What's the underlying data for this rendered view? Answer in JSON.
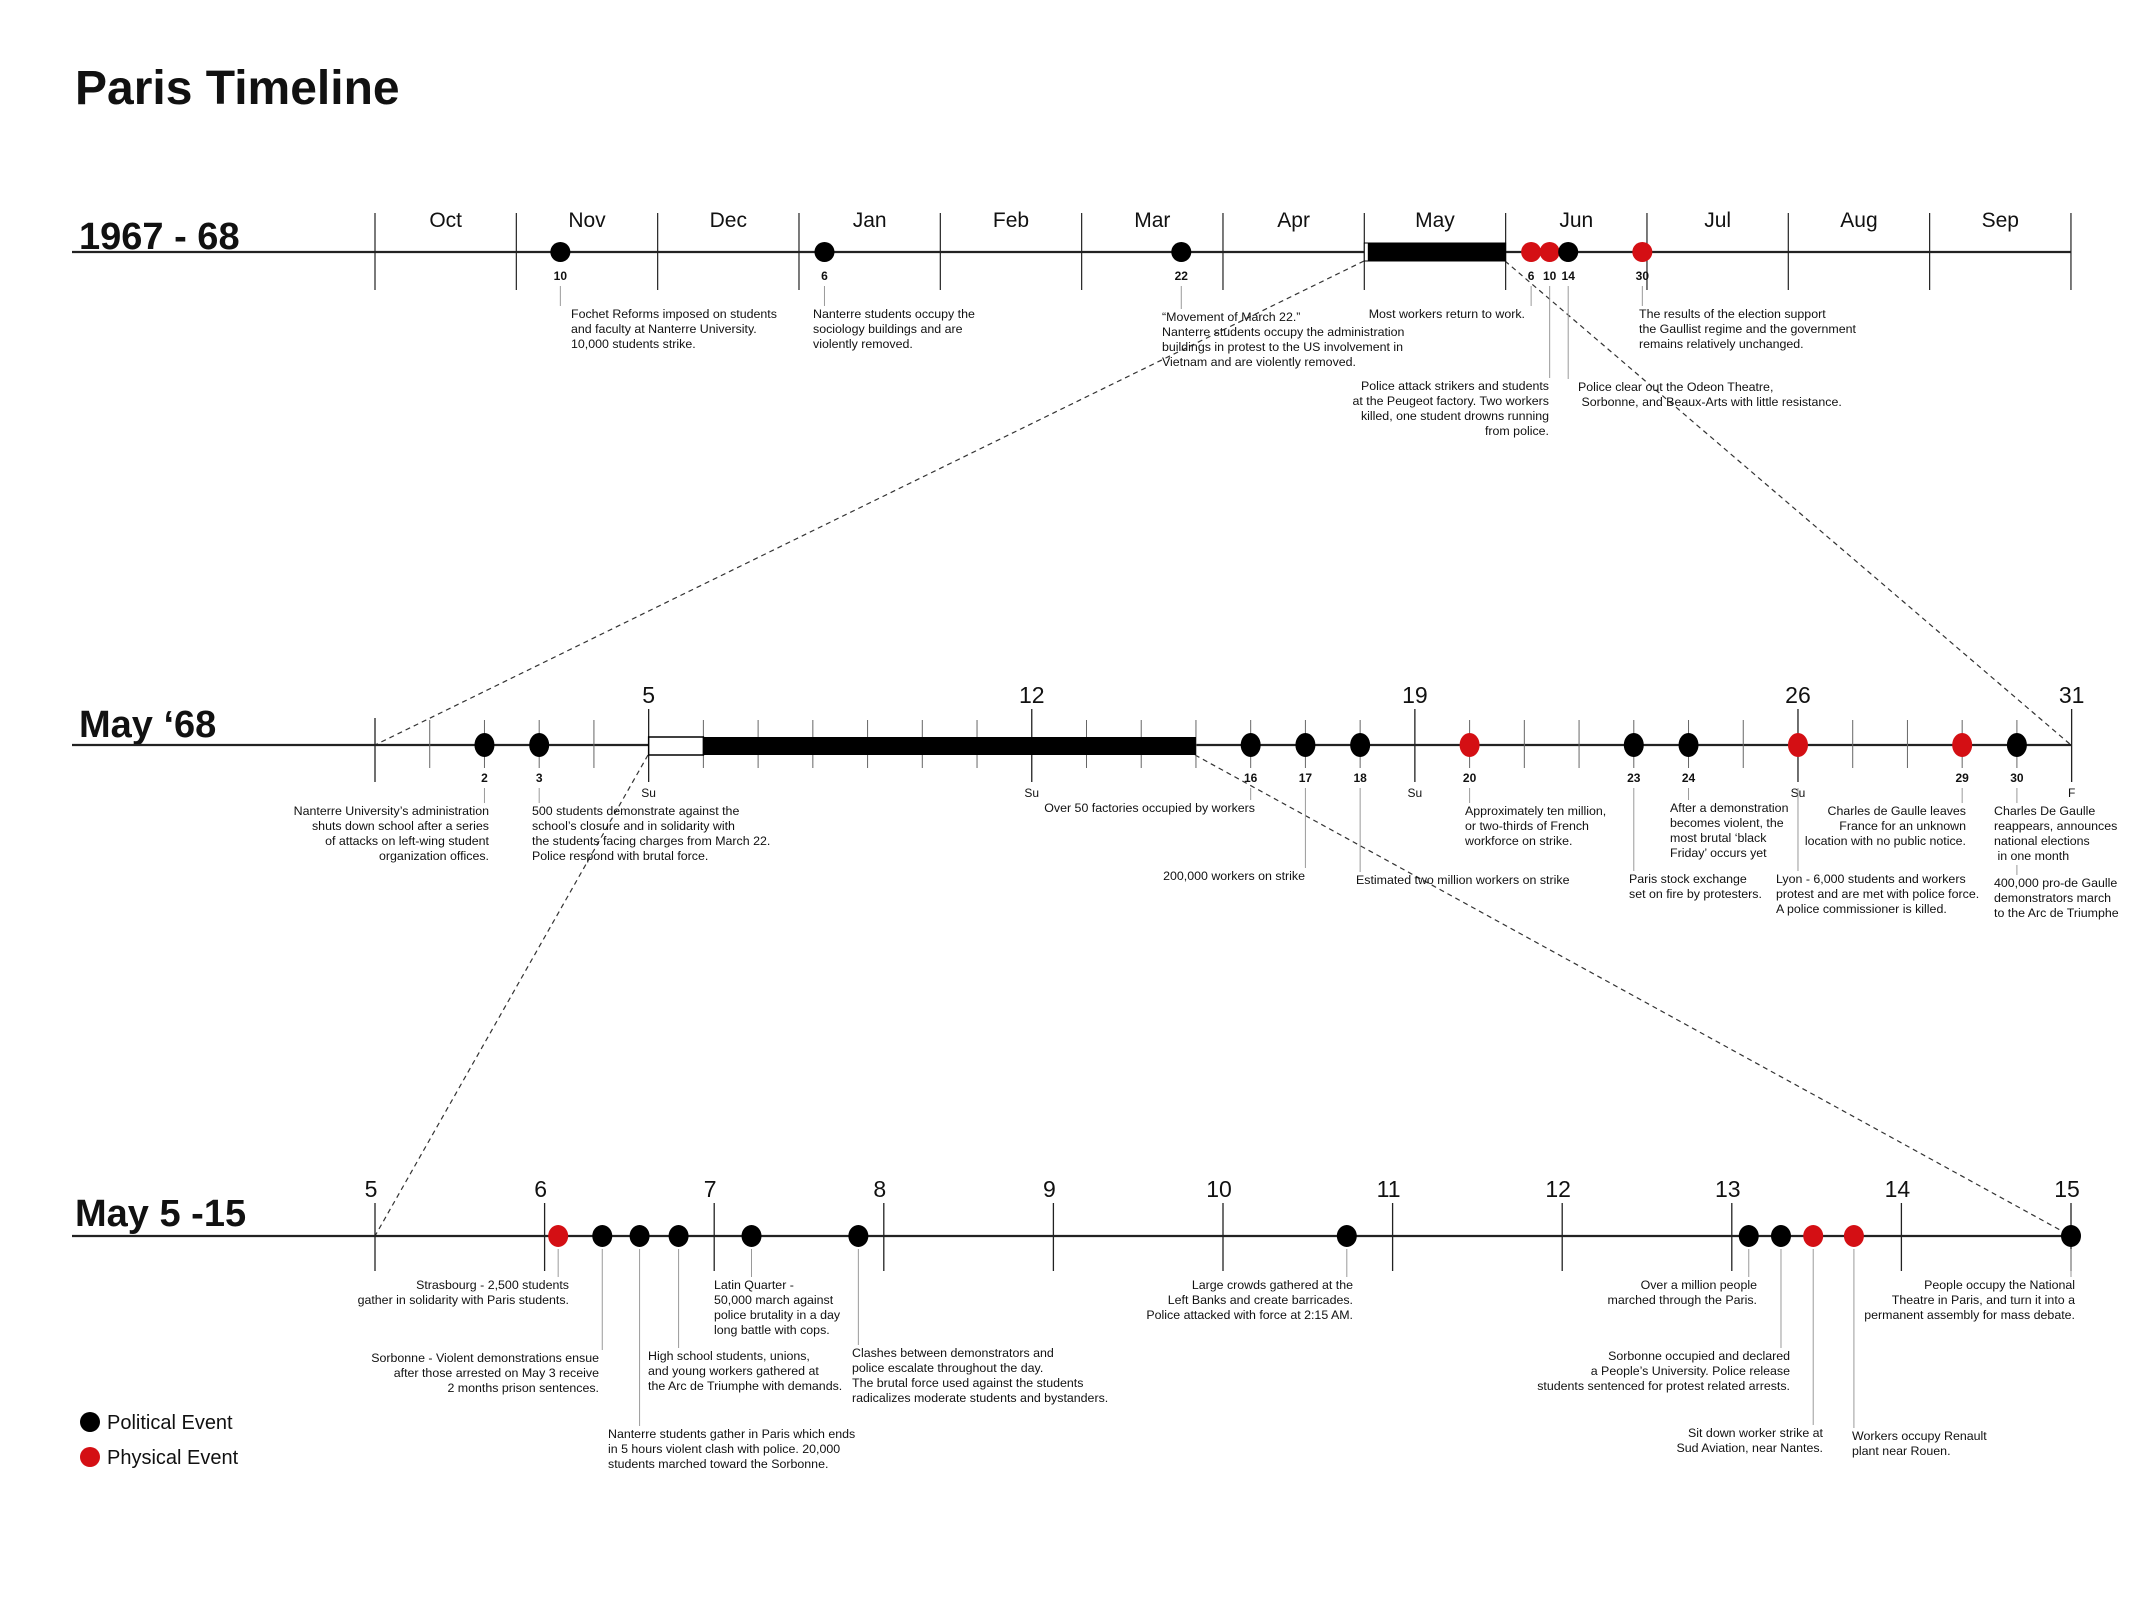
{
  "title": "Paris Timeline",
  "colors": {
    "political": "#000000",
    "physical": "#d40f14"
  },
  "legend": [
    {
      "type": "political",
      "label": "Political Event"
    },
    {
      "type": "physical",
      "label": "Physical Event"
    }
  ],
  "timelines": [
    {
      "label": "1967 - 68",
      "months": [
        "Oct",
        "Nov",
        "Dec",
        "Jan",
        "Feb",
        "Mar",
        "Apr",
        "May",
        "Jun",
        "Jul",
        "Aug",
        "Sep"
      ],
      "bar": {
        "month": "May"
      },
      "events": [
        {
          "month": "Nov",
          "day": 10,
          "date_label": "10",
          "type": "political",
          "notes": [
            [
              "Fochet Reforms imposed on students",
              "and faculty at Nanterre University.",
              "10,000 students strike."
            ]
          ]
        },
        {
          "month": "Jan",
          "day": 6,
          "date_label": "6",
          "type": "political",
          "notes": [
            [
              "Nanterre students occupy the",
              "sociology buildings and are",
              "violently removed."
            ]
          ]
        },
        {
          "month": "Mar",
          "day": 22,
          "date_label": "22",
          "type": "political",
          "notes": [
            [
              "“Movement of March 22.”",
              "Nanterre students occupy the administration",
              "buildings in protest to the US involvement in",
              "Vietnam and are violently removed."
            ]
          ]
        },
        {
          "month": "Jun",
          "day": 6,
          "date_label": "6",
          "type": "physical",
          "notes": [
            [
              "Most workers return to work."
            ]
          ]
        },
        {
          "month": "Jun",
          "day": 10,
          "date_label": "10",
          "type": "physical",
          "notes": [
            [
              "Police attack strikers and students",
              "at the Peugeot factory. Two workers",
              "killed, one student drowns running",
              "from police."
            ]
          ]
        },
        {
          "month": "Jun",
          "day": 14,
          "date_label": "14",
          "type": "political",
          "notes": [
            [
              "Police clear out the Odeon Theatre,",
              " Sorbonne, and Beaux-Arts with little resistance."
            ]
          ]
        },
        {
          "month": "Jun",
          "day": 30,
          "date_label": "30",
          "type": "physical",
          "notes": [
            [
              "The results of the election support",
              "the Gaullist regime and the government",
              "remains relatively unchanged."
            ]
          ]
        }
      ]
    },
    {
      "label": "May ‘68",
      "major_ticks": [
        {
          "day": 0,
          "label": "",
          "weekday": ""
        },
        {
          "day": 5,
          "label": "5",
          "weekday": "Su"
        },
        {
          "day": 12,
          "label": "12",
          "weekday": "Su"
        },
        {
          "day": 19,
          "label": "19",
          "weekday": "Su"
        },
        {
          "day": 26,
          "label": "26",
          "weekday": "Su"
        },
        {
          "day": 31,
          "label": "31",
          "weekday": "F"
        }
      ],
      "bar": {
        "start": 5,
        "solid_start": 6,
        "end": 15
      },
      "events": [
        {
          "day": 2,
          "date_label": "2",
          "type": "political",
          "notes": [
            [
              "Nanterre University’s administration",
              "shuts down school after a series",
              "of attacks on left-wing student",
              "organization offices."
            ]
          ]
        },
        {
          "day": 3,
          "date_label": "3",
          "type": "political",
          "notes": [
            [
              "500 students demonstrate against the",
              "school’s closure and in solidarity with",
              "the students facing charges from March 22.",
              "Police respond with brutal force."
            ]
          ]
        },
        {
          "day": 16,
          "date_label": "16",
          "type": "political",
          "notes": [
            [
              "Over 50 factories occupied by workers"
            ]
          ]
        },
        {
          "day": 17,
          "date_label": "17",
          "type": "political",
          "notes": [
            [
              "200,000 workers on strike"
            ]
          ]
        },
        {
          "day": 18,
          "date_label": "18",
          "type": "political",
          "notes": [
            [
              "Estimated two million workers on strike"
            ]
          ]
        },
        {
          "day": 20,
          "date_label": "20",
          "type": "physical",
          "notes": [
            [
              "Approximately ten million,",
              "or two-thirds of French",
              "workforce on strike."
            ]
          ]
        },
        {
          "day": 23,
          "date_label": "23",
          "type": "political",
          "notes": [
            [
              "Paris stock exchange",
              "set on fire by protesters."
            ]
          ]
        },
        {
          "day": 24,
          "date_label": "24",
          "type": "political",
          "notes": [
            [
              "After a demonstration",
              "becomes violent, the",
              "most brutal ‘black",
              "Friday’ occurs yet"
            ]
          ]
        },
        {
          "day": 26,
          "date_label": "",
          "type": "physical",
          "notes": [
            [
              "Lyon - 6,000 students and workers",
              "protest and are met with police force.",
              "A police commissioner is killed."
            ]
          ]
        },
        {
          "day": 29,
          "date_label": "29",
          "type": "physical",
          "notes": [
            [
              "Charles de Gaulle leaves",
              "France for an unknown",
              "location with no public notice."
            ]
          ]
        },
        {
          "day": 30,
          "date_label": "30",
          "type": "political",
          "notes": [
            [
              "Charles De Gaulle",
              "reappears, announces",
              "national elections",
              " in one month"
            ],
            [
              "400,000 pro-de Gaulle",
              "demonstrators march",
              "to the Arc de Triumphe"
            ]
          ]
        }
      ]
    },
    {
      "label": "May 5 -15",
      "days": [
        "5",
        "6",
        "7",
        "8",
        "9",
        "10",
        "11",
        "12",
        "13",
        "14",
        "15"
      ],
      "events": [
        {
          "day": 6.08,
          "type": "physical",
          "notes": [
            [
              "Strasbourg - 2,500 students",
              "gather in solidarity with Paris students."
            ]
          ]
        },
        {
          "day": 6.34,
          "type": "political",
          "notes": [
            [
              "Sorbonne - Violent demonstrations ensue",
              "after those arrested on May 3 receive",
              "2 months prison sentences."
            ]
          ]
        },
        {
          "day": 6.56,
          "type": "political",
          "notes": [
            [
              "Nanterre students gather in Paris which ends",
              "in 5 hours violent clash with police. 20,000",
              "students marched toward the Sorbonne."
            ]
          ]
        },
        {
          "day": 6.79,
          "type": "political",
          "notes": [
            [
              "High school students, unions,",
              "and young workers gathered at",
              "the Arc de Triumphe with demands."
            ]
          ]
        },
        {
          "day": 7.22,
          "type": "political",
          "notes": [
            [
              "Latin Quarter -",
              "50,000 march against",
              "police brutality in a day",
              "long battle with cops."
            ]
          ]
        },
        {
          "day": 7.85,
          "type": "political",
          "notes": [
            [
              "Clashes between demonstrators and",
              "police escalate throughout the day.",
              "The brutal force used against the students",
              "radicalizes moderate students and bystanders."
            ]
          ]
        },
        {
          "day": 10.73,
          "type": "political",
          "notes": [
            [
              "Large crowds gathered at the",
              "Left Banks and create barricades.",
              "Police attacked with force at 2:15 AM."
            ]
          ]
        },
        {
          "day": 13.1,
          "type": "political",
          "notes": [
            [
              "Over a million people",
              "marched through the Paris."
            ]
          ]
        },
        {
          "day": 13.29,
          "type": "political",
          "notes": [
            [
              "Sorbonne occupied and declared",
              "a People’s University. Police release",
              "students sentenced for protest related arrests."
            ]
          ]
        },
        {
          "day": 13.48,
          "type": "physical",
          "notes": [
            [
              "Sit down worker strike at",
              "Sud Aviation, near Nantes."
            ]
          ]
        },
        {
          "day": 13.72,
          "type": "physical",
          "notes": [
            [
              "Workers occupy Renault",
              "plant near Rouen."
            ]
          ]
        },
        {
          "day": 15,
          "type": "political",
          "notes": [
            [
              "People occupy the National",
              "Theatre in Paris, and turn it into a",
              "permanent assembly for mass debate."
            ]
          ]
        }
      ]
    }
  ]
}
